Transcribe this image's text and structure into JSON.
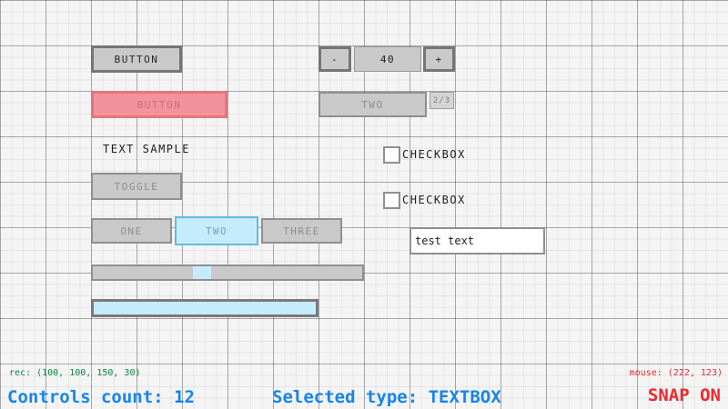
{
  "canvas": {
    "button_gray": {
      "label": "BUTTON"
    },
    "button_pink": {
      "label": "BUTTON"
    },
    "text_sample": "TEXT SAMPLE",
    "toggle": {
      "label": "TOGGLE"
    },
    "tabs": [
      "ONE",
      "TWO",
      "THREE"
    ],
    "selected_tab": "TWO",
    "spinner": {
      "minus": "-",
      "value": "40",
      "plus": "+"
    },
    "dropdown": {
      "value": "TWO",
      "badge": "2/3"
    },
    "checkboxes": [
      {
        "label": "CHECKBOX",
        "checked": false
      },
      {
        "label": "CHECKBOX",
        "checked": false
      }
    ],
    "textbox": {
      "value": "test text"
    },
    "slider": {
      "handle_position": "left-third"
    },
    "progressbar": {
      "fill": "full"
    }
  },
  "statusbar": {
    "rect_info": "rec: (100, 100, 150, 30)",
    "controls_count": "Controls count: 12",
    "selected_type": "Selected type: TEXTBOX",
    "mouse_info": "mouse: (222, 123)",
    "snap": "SNAP ON"
  },
  "colors": {
    "control_gray": "#c9c9c9",
    "control_border_dark": "#757575",
    "pink_fill": "#f2939c",
    "highlight_fill": "#c5ecfd",
    "highlight_border": "#67b9db",
    "status_green": "#0b8642",
    "status_blue": "#1585e8",
    "status_red": "#ee2a2e"
  }
}
